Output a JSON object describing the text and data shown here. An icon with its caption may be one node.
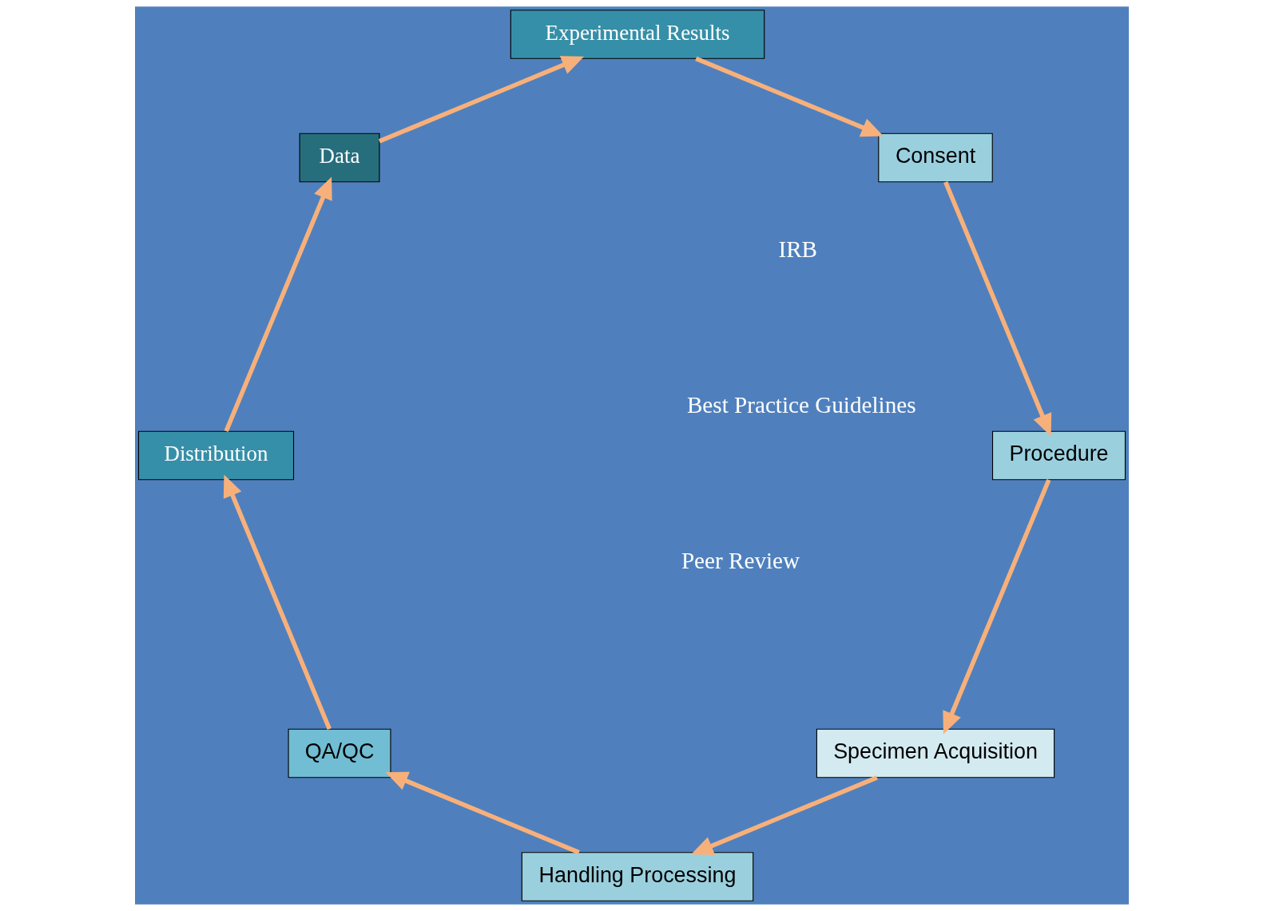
{
  "diagram": {
    "nodes": [
      {
        "text": [
          "Specimen Acquisition"
        ]
      },
      {
        "text": [
          "Handling Processing"
        ]
      },
      {
        "text": [
          "QA/QC"
        ]
      },
      {
        "text": [
          "Distribution"
        ]
      },
      {
        "text": [
          "Data"
        ]
      },
      {
        "text": [
          "Experimental Results"
        ]
      },
      {
        "text": [
          "Consent"
        ]
      },
      {
        "text": [
          "Procedure"
        ]
      }
    ],
    "edges": [
      {
        "from": 7,
        "to": 0,
        "arrow": "to"
      },
      {
        "from": 0,
        "to": 1,
        "arrow": "to"
      },
      {
        "from": 1,
        "to": 2,
        "arrow": "to"
      },
      {
        "from": 2,
        "to": 3,
        "arrow": "to"
      },
      {
        "from": 3,
        "to": 4,
        "arrow": "to"
      },
      {
        "from": 4,
        "to": 5,
        "arrow": "to"
      },
      {
        "from": 5,
        "to": 6,
        "arrow": "to"
      },
      {
        "from": 6,
        "to": 7,
        "arrow": "to"
      }
    ],
    "labels": [
      "Best Practice Guidelines",
      "IRB",
      "Peer Review"
    ]
  }
}
